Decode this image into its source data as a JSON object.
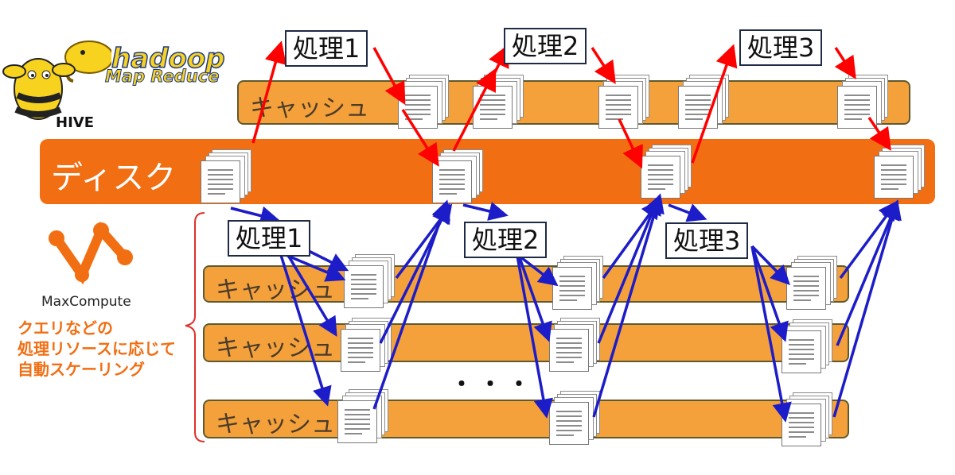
{
  "labels": {
    "cache": "キャッシュ",
    "disk": "ディスク",
    "process_1": "処理1",
    "process_2": "処理2",
    "process_3": "処理3",
    "ellipsis": "・・・"
  },
  "logos": {
    "hadoop_line1": "hadoop",
    "hadoop_line2": "Map Reduce",
    "hive": "HIVE",
    "maxcompute": "MaxCompute"
  },
  "note": {
    "line1": "クエリなどの",
    "line2": "処理リソースに応じて",
    "line3": "自動スケーリング"
  },
  "colors": {
    "disk": "#F26E12",
    "cache": "#F4A13C",
    "hadoop_flow_arrow": "#FF0000",
    "maxcompute_flow_arrow": "#1C1CC8",
    "note_text": "#F26E12"
  },
  "icons": [
    "hadoop-elephant-icon",
    "hive-bee-icon",
    "maxcompute-logo-icon",
    "document-stack-icon"
  ]
}
